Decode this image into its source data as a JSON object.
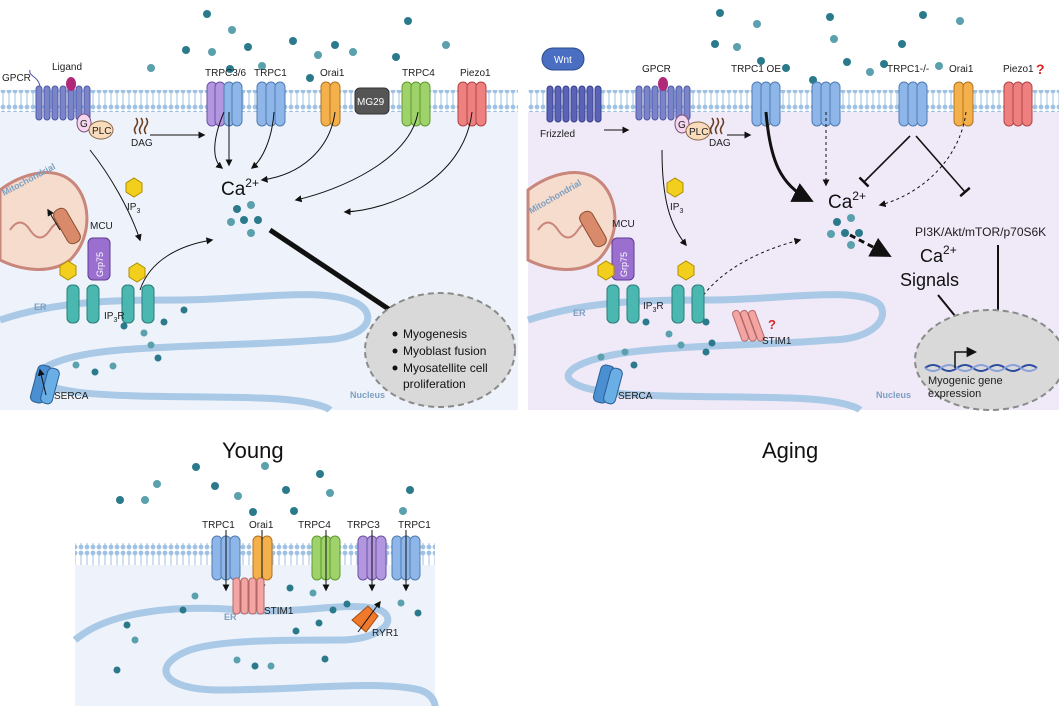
{
  "colors": {
    "membrane": "#a9c9e6",
    "cytoplasm_young": "#eef3fb",
    "cytoplasm_aging": "#efe9f8",
    "calcium_ion": "#2b7a8c",
    "ip3": "#f2cf1d",
    "nucleus": "#d9d9d9",
    "trpc1": "#8fb6e8",
    "trpc3": "#b396e0",
    "orai1": "#f4b04a",
    "trpc4": "#9fd26a",
    "piezo1": "#ee8080",
    "mg29": "#555555",
    "ip3r": "#4ab8b1",
    "stim1": "#f2a5a3",
    "ryr1": "#f07a2a",
    "grp75": "#9a6fd0",
    "mcu": "#d88a6a",
    "question_mark": "#d62828"
  },
  "panels": {
    "young": {
      "caption": "Young",
      "gpcr": "GPCR",
      "ligand": "Ligand",
      "g_protein": "G",
      "plc": "PLC",
      "dag": "DAG",
      "trpc36": "TRPC3/6",
      "trpc1": "TRPC1",
      "orai1": "Orai1",
      "mg29": "MG29",
      "trpc4": "TRPC4",
      "piezo1": "Piezo1",
      "ca_base": "Ca",
      "ca_sup": "2+",
      "ip3_base": "IP",
      "ip3_sub": "3",
      "mitochondrial": "Mitochondrial",
      "mcu": "MCU",
      "grp75": "Grp75",
      "ip3r_base": "IP",
      "ip3r_sub": "3",
      "ip3r_r": "R",
      "er": "ER",
      "serca": "SERCA",
      "nucleus": "Nucleus",
      "outcomes": [
        "Myogenesis",
        "Myoblast fusion",
        "Myosatellite cell",
        "proliferation"
      ]
    },
    "aging": {
      "caption": "Aging",
      "wnt": "Wnt",
      "frizzled": "Frizzled",
      "gpcr": "GPCR",
      "g_protein": "G",
      "plc": "PLC",
      "dag": "DAG",
      "trpc1_oe": "TRPC1 OE",
      "trpc1_ko": "TRPC1-/-",
      "orai1": "Orai1",
      "piezo1": "Piezo1",
      "question": "?",
      "ca_base": "Ca",
      "ca_sup": "2+",
      "ca_signals_base": "Ca",
      "ca_signals_sup": "2+",
      "signals": "Signals",
      "pathway": "PI3K/Akt/mTOR/p70S6K",
      "ip3_base": "IP",
      "ip3_sub": "3",
      "mitochondrial": "Mitochondrial",
      "mcu": "MCU",
      "grp75": "Grp75",
      "ip3r_base": "IP",
      "ip3r_sub": "3",
      "ip3r_r": "R",
      "er": "ER",
      "stim1": "STIM1",
      "serca": "SERCA",
      "nucleus": "Nucleus",
      "gene_expression_1": "Myogenic gene",
      "gene_expression_2": "expression"
    },
    "soce": {
      "trpc1_a": "TRPC1",
      "orai1": "Orai1",
      "trpc4": "TRPC4",
      "trpc3": "TRPC3",
      "trpc1_b": "TRPC1",
      "stim1": "STIM1",
      "er": "ER",
      "ryr1": "RYR1"
    }
  }
}
